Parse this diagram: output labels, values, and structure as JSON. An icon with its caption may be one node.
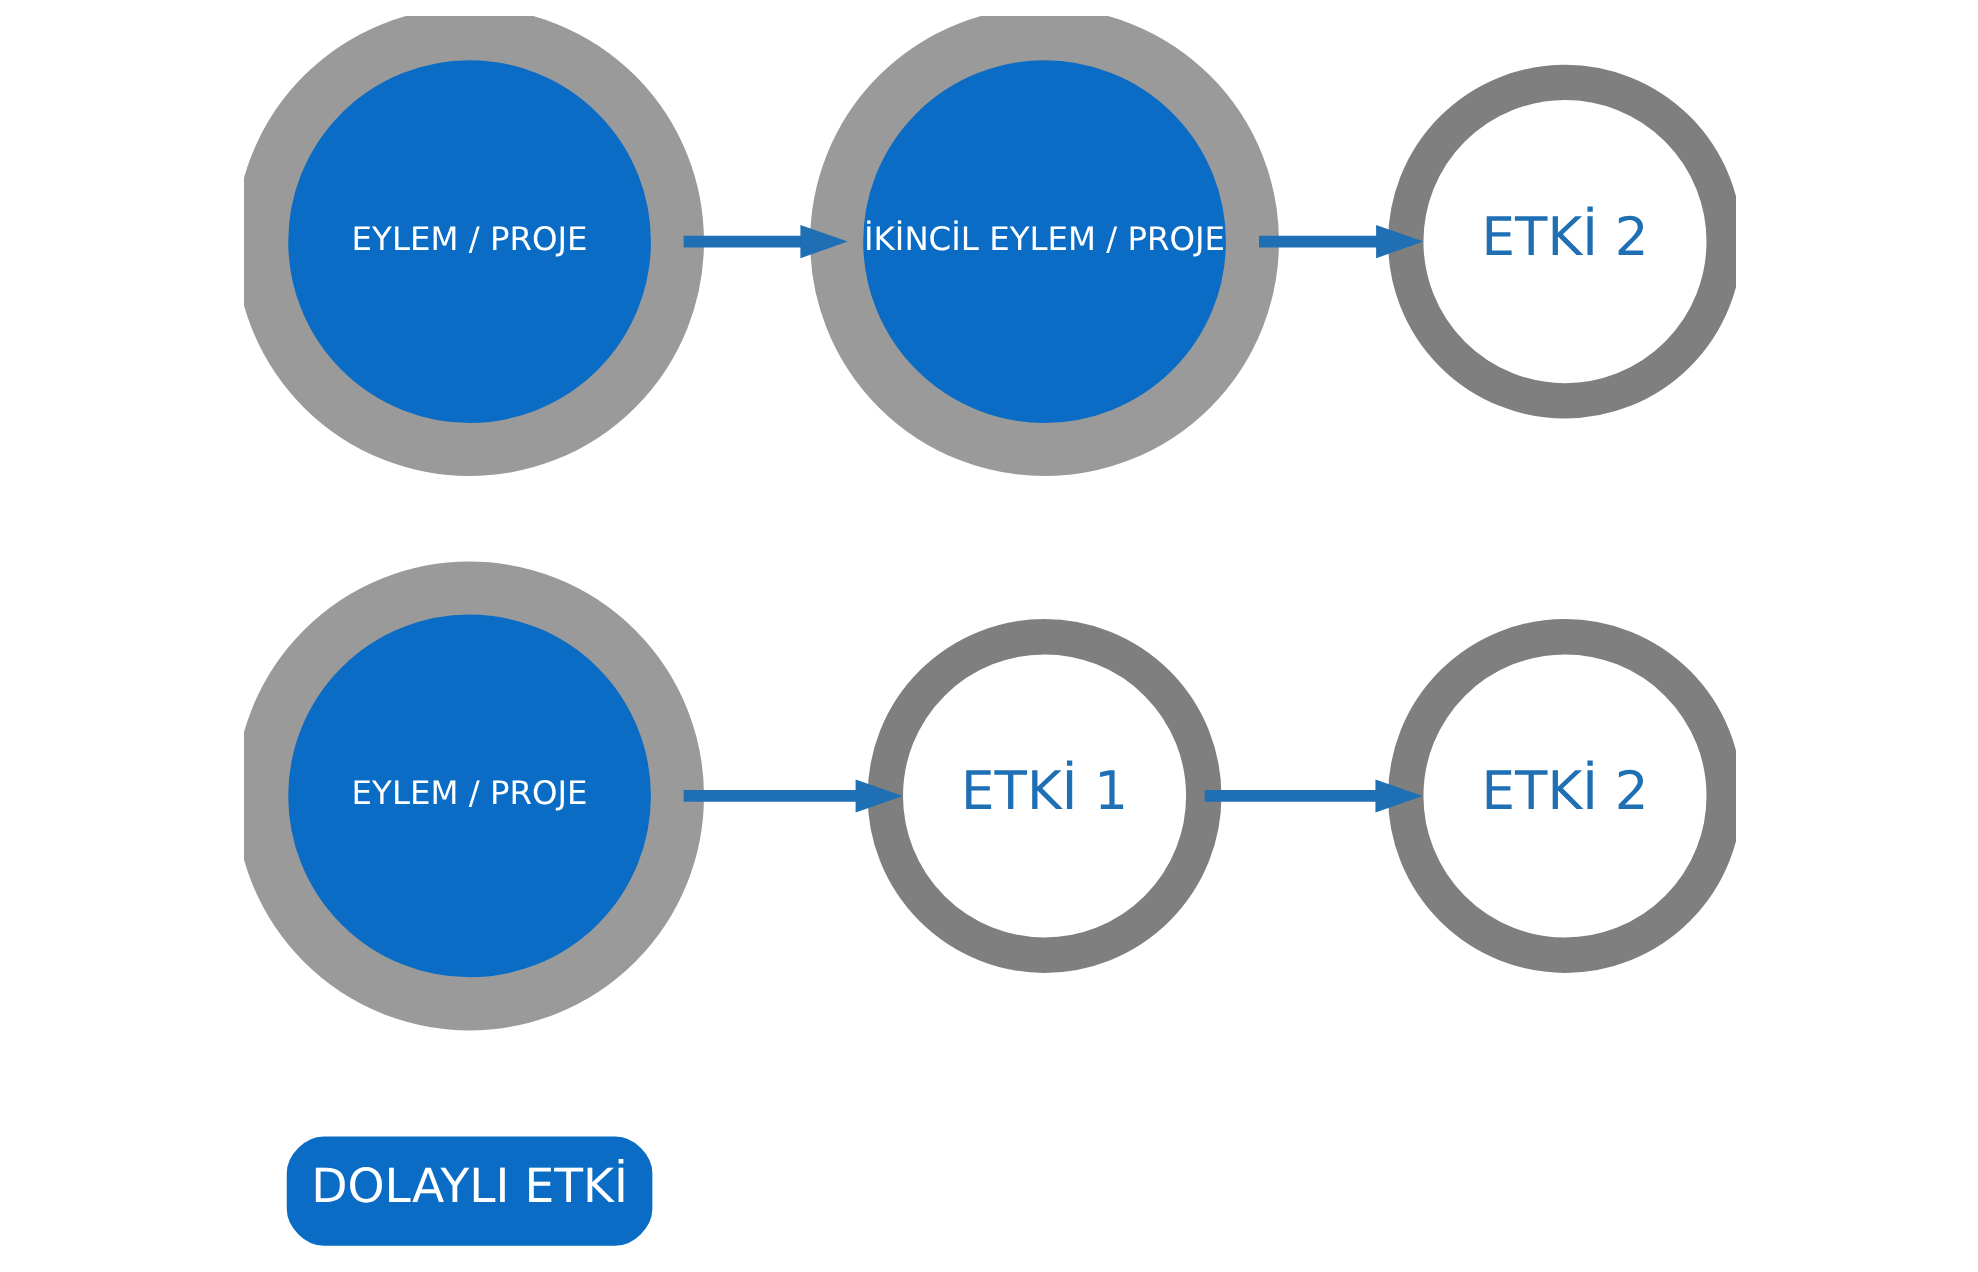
{
  "diagram": {
    "nodes": [
      {
        "text": [
          "DOLAYLI ETKİ"
        ]
      },
      {
        "text": [
          "EYLEM / PROJE"
        ]
      },
      {
        "text": [
          "ETKİ 1"
        ]
      },
      {
        "text": [
          "ETKİ 2"
        ]
      },
      {
        "text": [
          "EYLEM / PROJE"
        ]
      },
      {
        "text": [
          "İKİNCİL EYLEM / PROJE"
        ]
      },
      {
        "text": [
          "ETKİ 2"
        ]
      }
    ],
    "edges": [
      {
        "from": 1,
        "to": 2,
        "arrow": "to"
      },
      {
        "from": 2,
        "to": 3,
        "arrow": "to"
      },
      {
        "from": 4,
        "to": 5,
        "arrow": "to"
      },
      {
        "from": 5,
        "to": 6,
        "arrow": "to"
      }
    ]
  }
}
